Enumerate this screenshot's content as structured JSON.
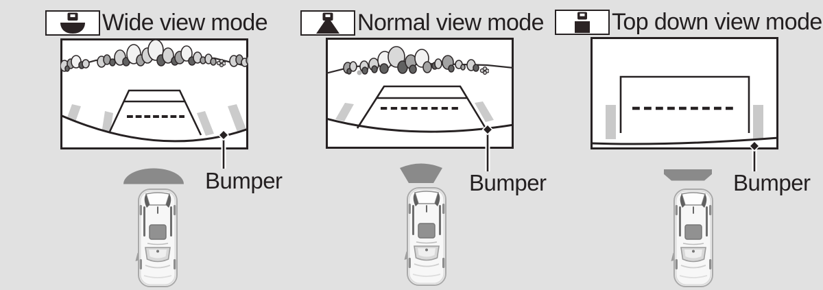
{
  "figure": {
    "modes": [
      {
        "label": "Wide view mode",
        "icon": "wide-view-mode-icon",
        "annotation": "Bumper"
      },
      {
        "label": "Normal view mode",
        "icon": "normal-view-mode-icon",
        "annotation": "Bumper"
      },
      {
        "label": "Top down view mode",
        "icon": "top-down-view-mode-icon",
        "annotation": "Bumper"
      }
    ],
    "colors": {
      "background": "#e1e1e1",
      "panel_background": "#ffffff",
      "line": "#262122",
      "text": "#231f20",
      "camera_fov_gray": "#8a8a8a",
      "parking_stripe_gray": "#cbcbcb"
    }
  }
}
